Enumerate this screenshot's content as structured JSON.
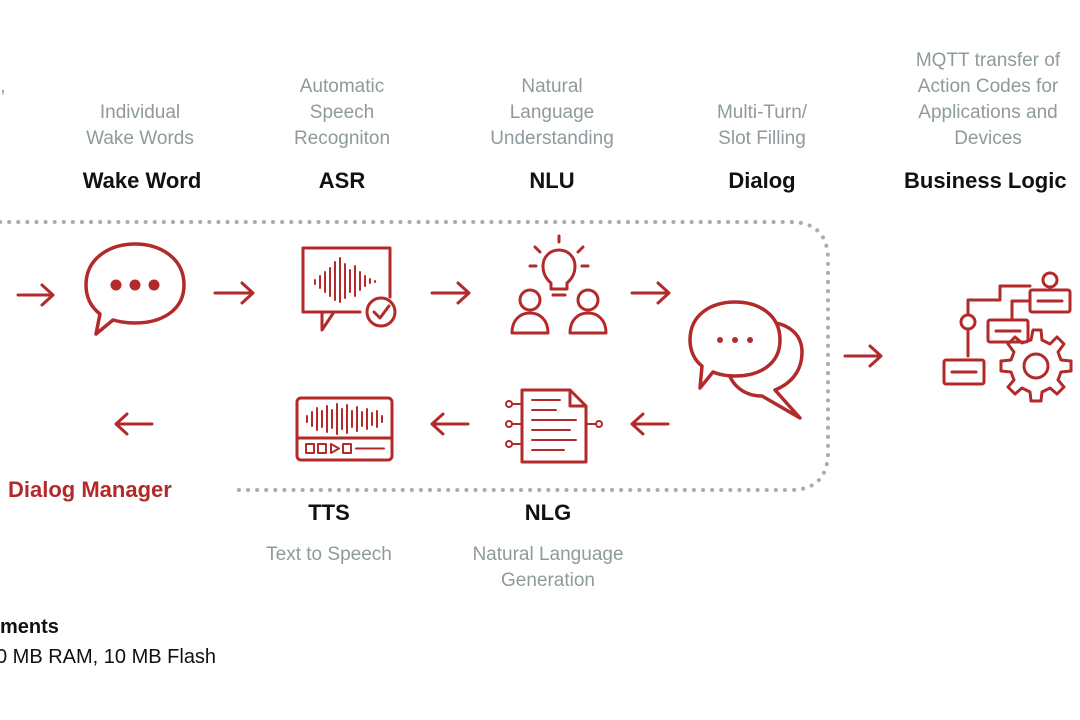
{
  "colors": {
    "accent": "#b22a2a",
    "description_text": "#8f9a9c",
    "title_text": "#111111",
    "dotted_border": "#a8adae"
  },
  "stages_top": [
    {
      "id": "wake",
      "title": "Wake Word",
      "description": "Individual\nWake Words",
      "icon": "speech-bubble-dots-icon"
    },
    {
      "id": "asr",
      "title": "ASR",
      "description": "Automatic\nSpeech\nRecogniton",
      "icon": "audio-waveform-check-icon"
    },
    {
      "id": "nlu",
      "title": "NLU",
      "description": "Natural\nLanguage\nUnderstanding",
      "icon": "people-lightbulb-icon"
    },
    {
      "id": "dialog",
      "title": "Dialog",
      "description": "Multi-Turn/\nSlot Filling",
      "icon": "dialog-bubbles-icon"
    },
    {
      "id": "business",
      "title": "Business Logic",
      "description": "MQTT transfer of\nAction Codes for\nApplications and\nDevices",
      "icon": "workflow-gear-icon"
    }
  ],
  "stages_bottom": [
    {
      "id": "tts",
      "title": "TTS",
      "description": "Text to Speech",
      "icon": "audio-player-icon"
    },
    {
      "id": "nlg",
      "title": "NLG",
      "description": "Natural Language\nGeneration",
      "icon": "document-generation-icon"
    }
  ],
  "edge_fragment": "l,",
  "dialog_manager_label": "Dialog Manager",
  "requirements": {
    "heading": "ments",
    "value": "0 MB RAM, 10 MB Flash"
  }
}
